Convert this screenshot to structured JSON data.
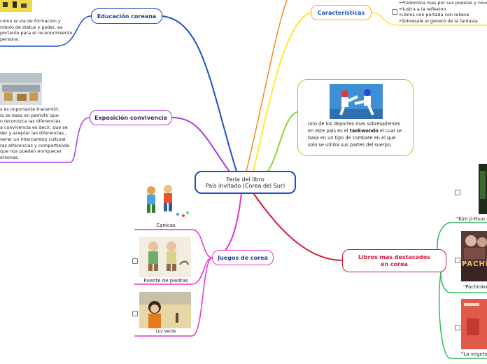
{
  "central": {
    "line1": "Feria del libro",
    "line2": "País invitado (Corea del Sur)"
  },
  "branches": {
    "educacion": {
      "label": "Educación coreana",
      "text": [
        "como la via de formacion y",
        "mbolo de status y poder, es",
        "portante para el reconocimiento",
        "persona."
      ]
    },
    "exposicion": {
      "label": "Exposición convivencia",
      "text": [
        "s es importante transmitir,",
        "ia se basa en permitir que",
        "o reconozca las diferencias",
        "a convivencia es decir, que se",
        "der y aceptar las diferencias ,",
        "nerar un intercambio cultural",
        "ras diferencias y compartiendo",
        "que nos pueden enriquecer",
        "ersonas."
      ]
    },
    "caracteristicas": {
      "label": "Características",
      "bullets": [
        "•Predomina mas por sus poesias y novelas",
        "•Ilustra a la reflexion",
        "•Libros con portada con relieve",
        "•Sobresale el genero de la fantasia"
      ]
    },
    "deportes": {
      "text_before": "Uno de los deportes mas sobresalientes en este pais es el ",
      "highlight": "taekwondo",
      "text_after": " el cual se basa en un tipo de combate en el que solo se utiliza sus partes del suerpo."
    },
    "juegos": {
      "label": "Juegos de corea",
      "items": [
        "Canicas",
        "Puente de piedras",
        "Luz Verde"
      ]
    },
    "libros": {
      "label_line1": "Libros mas destacados",
      "label_line2": "en corea",
      "items": [
        "\"Kim Ji-Youn",
        "\"Pachinko\"",
        "\"La vegetar"
      ],
      "covers": [
        "PACHIN"
      ]
    }
  },
  "colors": {
    "educacion": "#1c4fc4",
    "exposicion": "#a63ad8",
    "caracteristicas": "#f5a623",
    "deportes": "#8cd43a",
    "juegos": "#e632c8",
    "libros": "#d6193a",
    "central": "#1c4fc4",
    "orange_top": "#f08a24",
    "yellow": "#ffe82e",
    "libros_children": "#2fb85c"
  }
}
